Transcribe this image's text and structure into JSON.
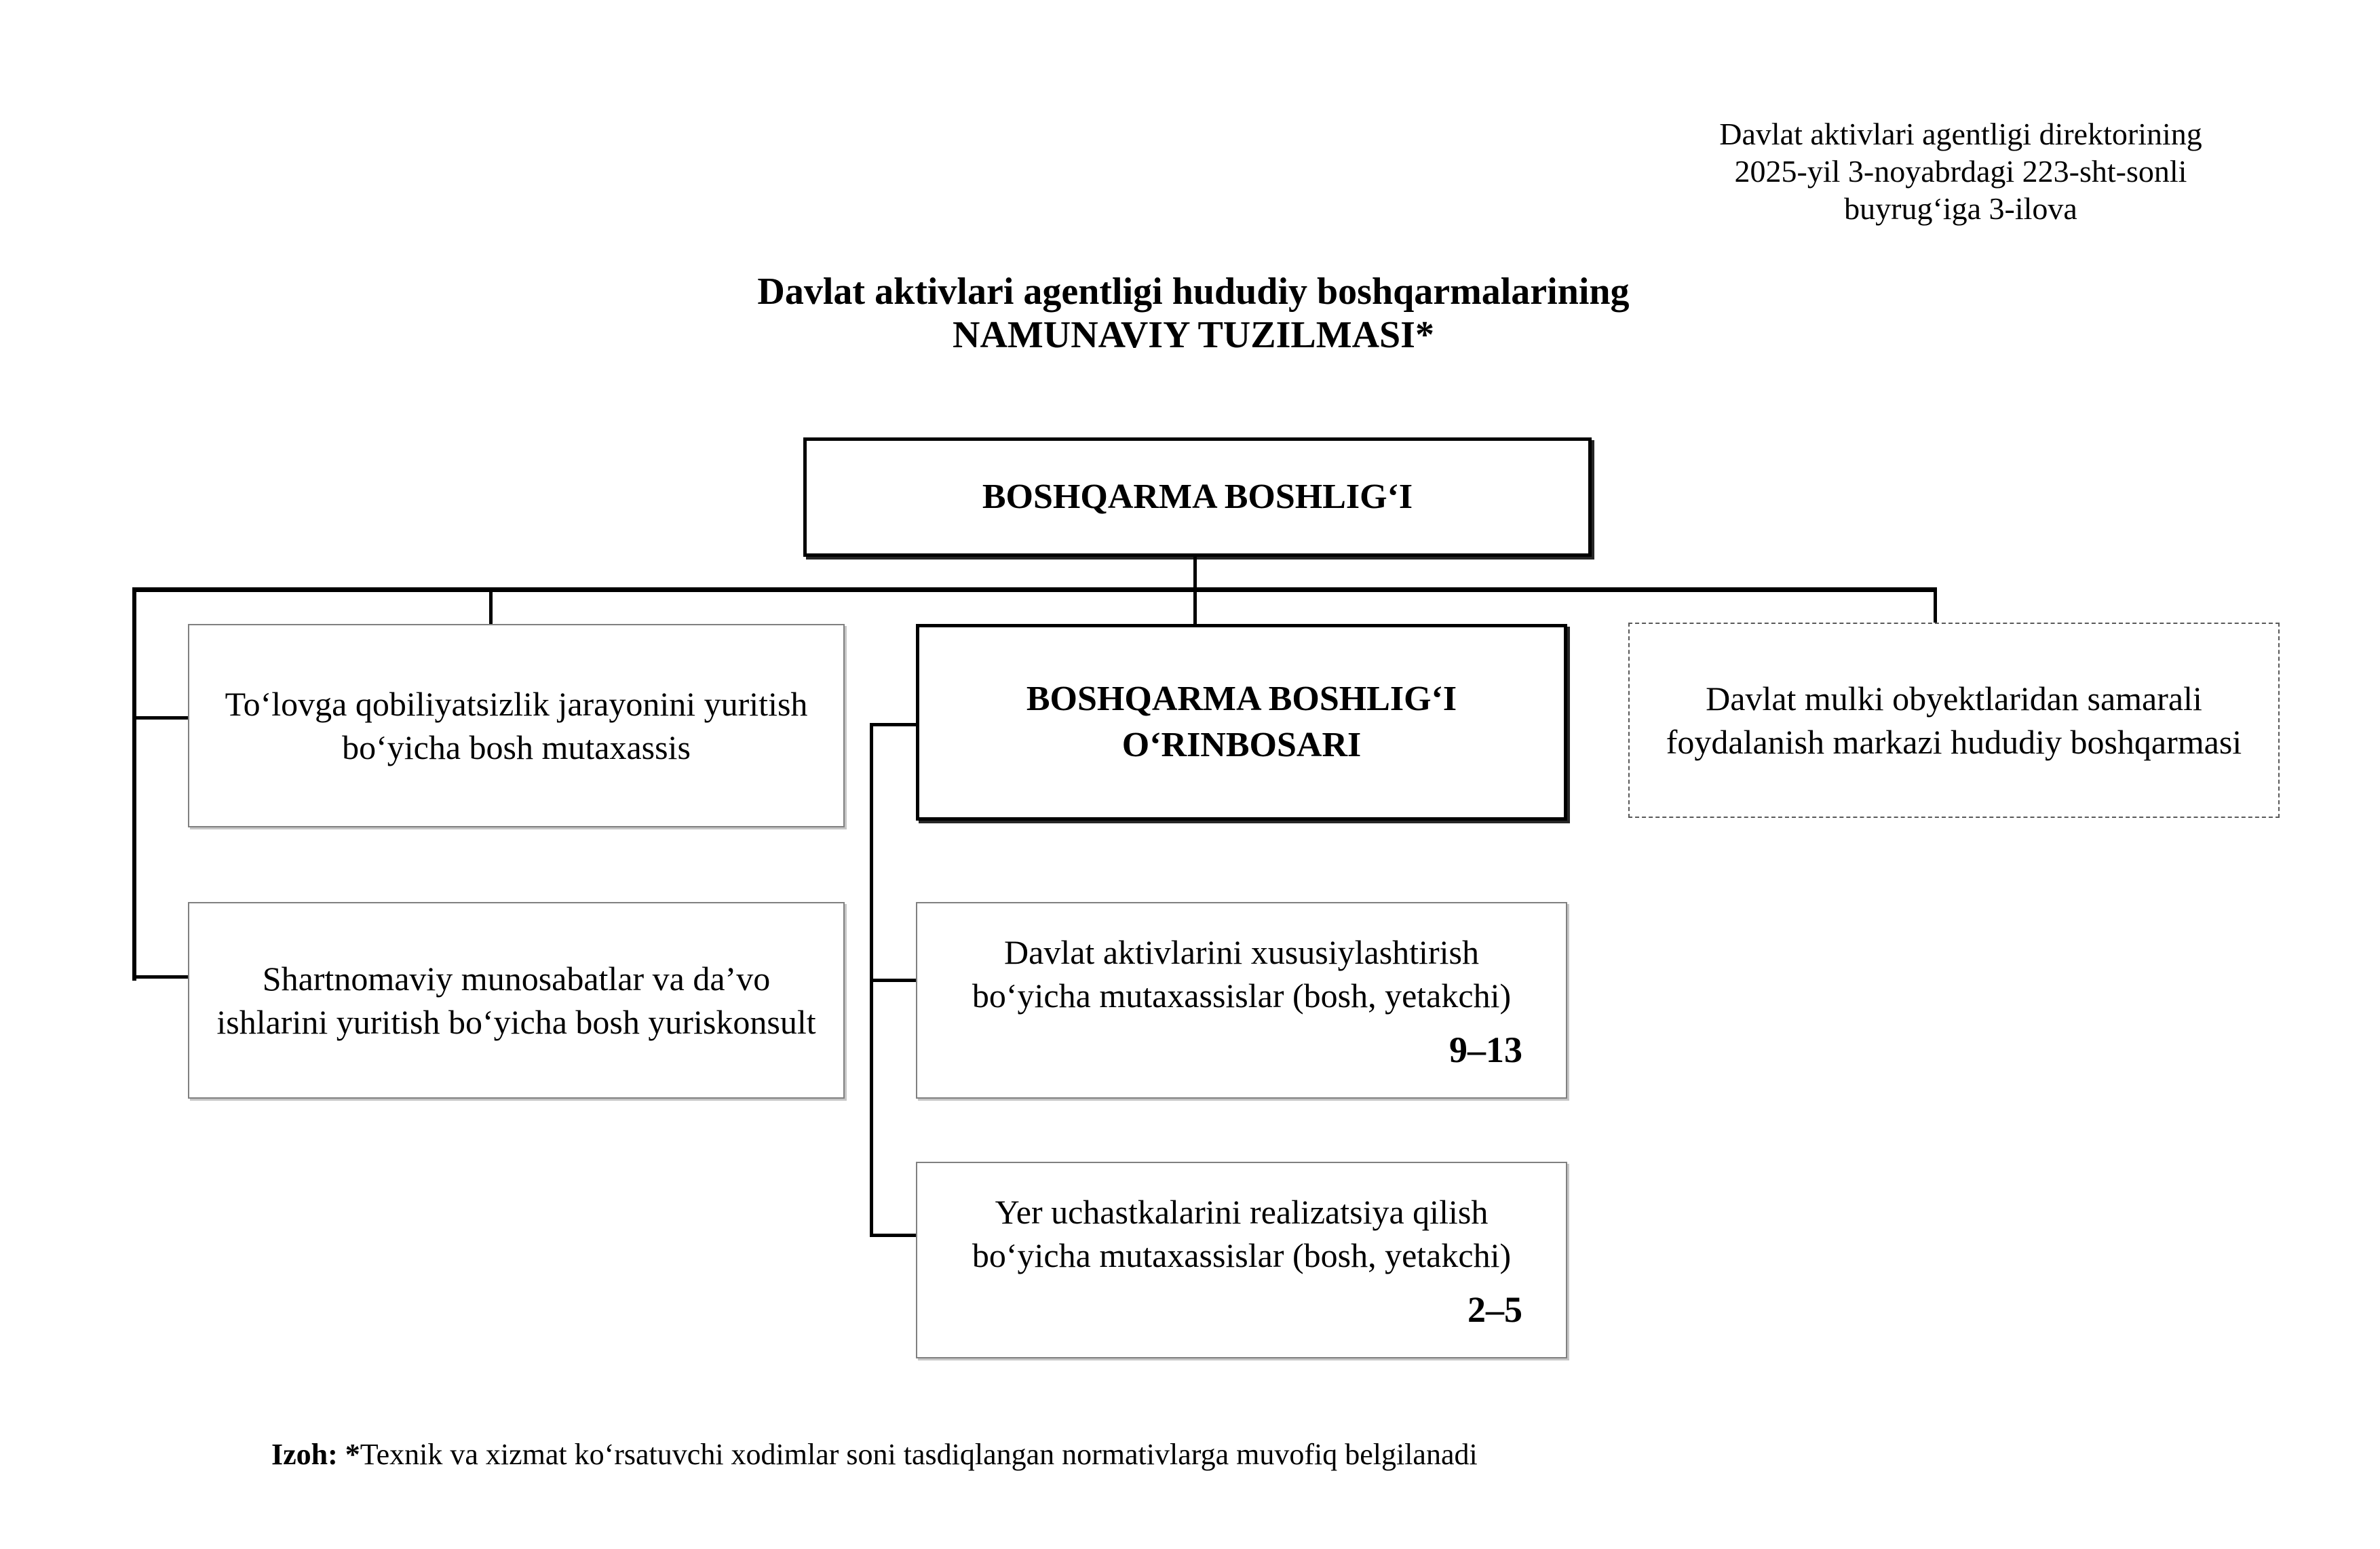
{
  "annotation": {
    "lines": [
      "Davlat aktivlari agentligi direktorining",
      "2025-yil 3-noyabrdagi 223-sht-sonli",
      "buyrugʻiga 3-ilova"
    ]
  },
  "title": {
    "lines": [
      "Davlat aktivlari agentligi hududiy boshqarmalarining",
      "NAMUNAVIY TUZILMASI*"
    ]
  },
  "chart": {
    "root": {
      "label": "BOSHQARMA BOSHLIGʻI"
    },
    "left_column": [
      {
        "lines": [
          "Toʻlovga qobiliyatsizlik jarayonini yuritish",
          "boʻyicha bosh mutaxassis"
        ]
      },
      {
        "lines": [
          "Shartnomaviy munosabatlar va da’vo",
          "ishlarini yuritish boʻyicha bosh yuriskonsult"
        ]
      }
    ],
    "deputy": {
      "lines": [
        "BOSHQARMA BOSHLIGʻI",
        "OʻRINBOSARI"
      ]
    },
    "deputy_units": [
      {
        "lines": [
          "Davlat aktivlarini xususiylashtirish",
          "boʻyicha mutaxassislar (bosh, yetakchi)"
        ],
        "count": "9–13"
      },
      {
        "lines": [
          "Yer uchastkalarini realizatsiya qilish",
          "boʻyicha mutaxassislar (bosh, yetakchi)"
        ],
        "count": "2–5"
      }
    ],
    "right_box": {
      "lines": [
        "Davlat mulki obyektlaridan samarali",
        "foydalanish markazi hududiy boshqarmasi"
      ]
    }
  },
  "note": {
    "prefix": "Izoh:",
    "star": "*",
    "text": "Texnik va xizmat koʻrsatuvchi xodimlar soni tasdiqlangan normativlarga muvofiq belgilanadi"
  },
  "colors": {
    "line": "#000000",
    "thin_border": "#808080",
    "dotted_border": "#595959",
    "text": "#000000",
    "page_bg": "#ffffff"
  }
}
